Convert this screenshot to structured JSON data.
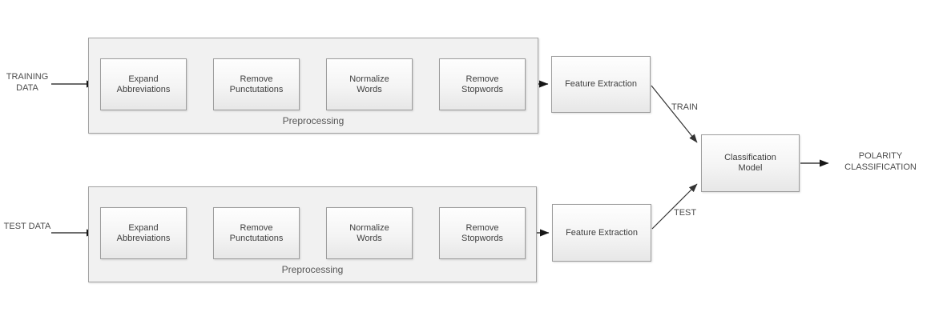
{
  "inputs": {
    "training": {
      "label": "TRAINING DATA"
    },
    "test": {
      "label": "TEST DATA"
    }
  },
  "preprocessing": {
    "group_label": "Preprocessing",
    "steps": [
      "Expand Abbreviations",
      "Remove Punctutations",
      "Normalize Words",
      "Remove Stopwords"
    ]
  },
  "feature_extraction": {
    "label": "Feature Extraction"
  },
  "edges": {
    "train": "TRAIN",
    "test": "TEST"
  },
  "model": {
    "label": "Classification Model"
  },
  "output": {
    "label": "POLARITY CLASSIFICATION"
  }
}
